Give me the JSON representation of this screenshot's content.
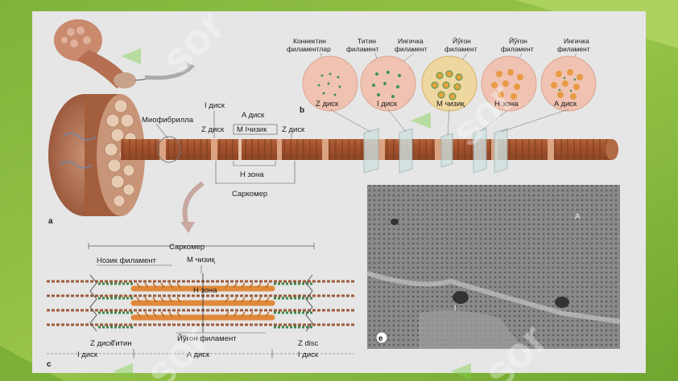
{
  "panel_a": {
    "letter": "a",
    "myofibril": "Миофибрилла",
    "i_disc": "I диск",
    "a_disc": "A диск",
    "z_disc_1": "Z диск",
    "m_line": "M Ічизик",
    "z_disc_2": "Z диск",
    "h_zone": "Н зона",
    "sarcomere": "Саркомер"
  },
  "panel_b": {
    "letter": "b",
    "circles": [
      {
        "top": "Коннектин\nфиламентлар",
        "bottom": "Z диск"
      },
      {
        "top": "Титин\nфиламент",
        "bottom": "I диск"
      },
      {
        "top": "Ингичка\nфиламент",
        "bottom": ""
      },
      {
        "top": "Йўғон\nфиламент",
        "bottom": "M чизиқ"
      },
      {
        "top": "Йўғон\nфиламент",
        "bottom": "Н зона"
      },
      {
        "top": "Ингичка\nфиламент",
        "bottom": "A диск"
      }
    ]
  },
  "panel_c": {
    "letter": "c",
    "sarcomere": "Саркомер",
    "thin_filament": "Нозик филамент",
    "m_line": "M чизиқ",
    "h_zone": "H зона",
    "thick_filament": "Йўғон филамент",
    "z_disc": "Z диск",
    "titin": "Титин",
    "z_disc_en": "Z disc",
    "i_disc_left": "I диск",
    "a_disc": "A диск",
    "i_disc_right": "I диск"
  },
  "panel_e": {
    "letter_e": "e",
    "letter_a": "A",
    "letter_i": "I"
  },
  "watermark": "sor",
  "colors": {
    "background_green": "#8fbf3f",
    "panel": "#e6e6e6",
    "muscle": "#b7653c",
    "thick": "#e0893a",
    "thin_green": "#3c8a4a",
    "micrograph": "#8c8c8c"
  }
}
